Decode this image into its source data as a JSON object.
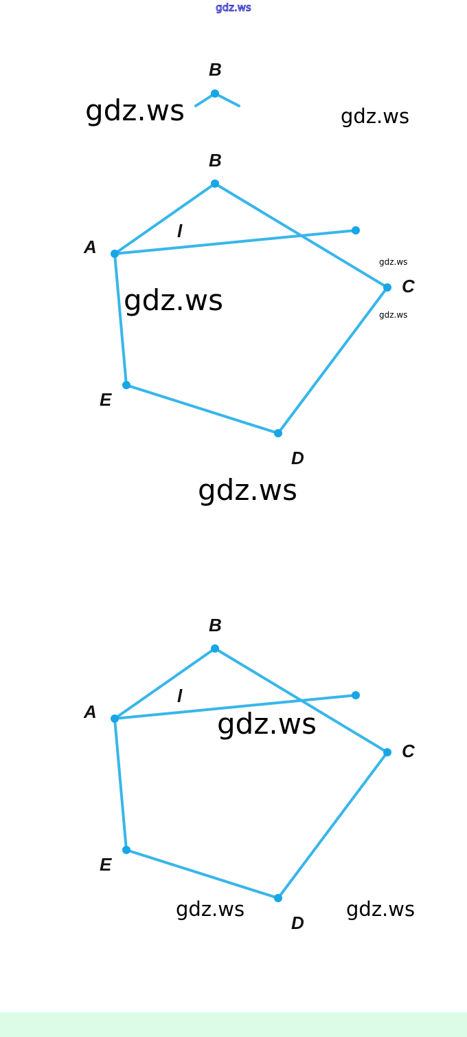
{
  "header_watermark": "gdz.ws",
  "watermarks": [
    "gdz.ws",
    "gdz.ws",
    "gdz.ws",
    "gdz.ws",
    "gdz.ws",
    "gdz.ws",
    "gdz.ws",
    "gdz.ws",
    "gdz.ws"
  ],
  "labels": {
    "A": "A",
    "B": "B",
    "C": "C",
    "D": "D",
    "E": "E",
    "l": "l"
  },
  "colors": {
    "line": "#38b6ea",
    "point": "#17a6e6",
    "footer": "#dcfce8"
  }
}
